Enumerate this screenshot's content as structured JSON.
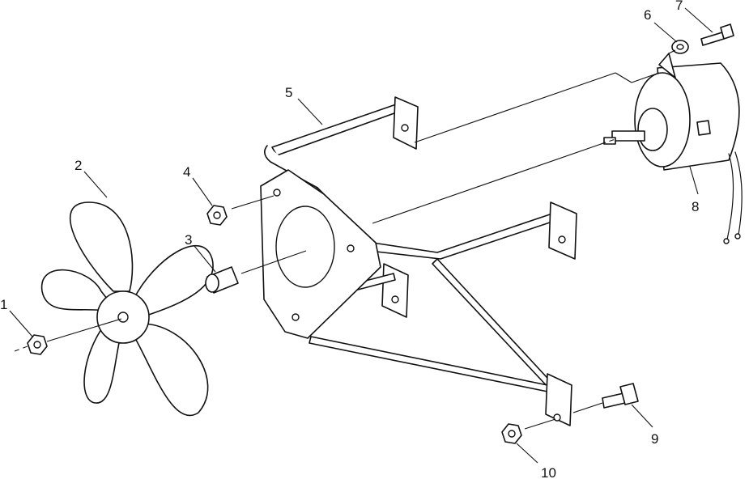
{
  "callouts": [
    {
      "id": "1",
      "label": "1",
      "part": "nut"
    },
    {
      "id": "2",
      "label": "2",
      "part": "fan-blade"
    },
    {
      "id": "3",
      "label": "3",
      "part": "spacer"
    },
    {
      "id": "4",
      "label": "4",
      "part": "nut"
    },
    {
      "id": "5",
      "label": "5",
      "part": "bracket"
    },
    {
      "id": "6",
      "label": "6",
      "part": "washer"
    },
    {
      "id": "7",
      "label": "7",
      "part": "screw"
    },
    {
      "id": "8",
      "label": "8",
      "part": "motor"
    },
    {
      "id": "9",
      "label": "9",
      "part": "bolt"
    },
    {
      "id": "10",
      "label": "10",
      "part": "nut"
    }
  ],
  "colors": {
    "line": "#111111",
    "background": "#ffffff"
  }
}
